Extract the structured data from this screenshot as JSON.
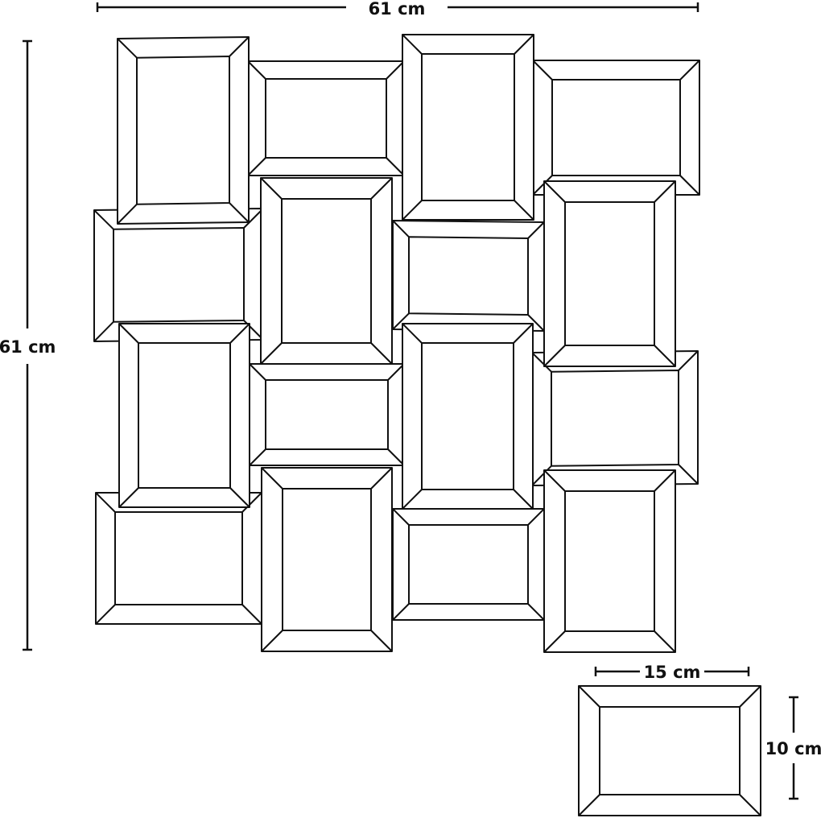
{
  "dimensions": {
    "overall_width": "61 cm",
    "overall_height": "61 cm",
    "single_frame_width": "15 cm",
    "single_frame_height": "10 cm"
  },
  "frame_grid": {
    "rows": 4,
    "columns": 4,
    "frame_count": 16,
    "pattern": "alternating portrait and landscape frames in a woven layout"
  },
  "colors": {
    "line": "#111111",
    "background": "#ffffff"
  }
}
